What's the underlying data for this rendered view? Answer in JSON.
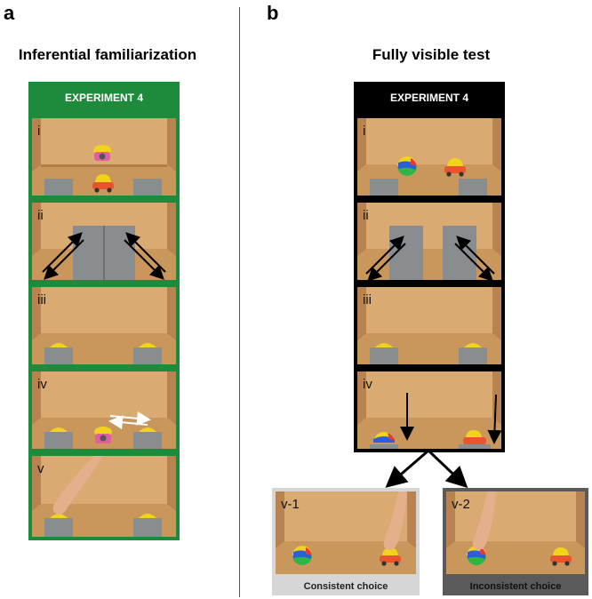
{
  "panels": {
    "a": {
      "letter": "a",
      "title": "Inferential familiarization",
      "experiment": "EXPERIMENT 4",
      "stages": [
        "i",
        "ii",
        "iii",
        "iv",
        "v"
      ]
    },
    "b": {
      "letter": "b",
      "title": "Fully visible test",
      "experiment": "EXPERIMENT 4",
      "stages": [
        "i",
        "ii",
        "iii",
        "iv"
      ]
    },
    "choices": {
      "consistent": {
        "stage": "v-1",
        "label": "Consistent choice"
      },
      "inconsistent": {
        "stage": "v-2",
        "label": "Inconsistent choice"
      }
    }
  },
  "colors": {
    "green": "#1e8a3c",
    "black": "#000000",
    "consistent_frame": "#d6d6d6",
    "inconsistent_frame": "#5a5a5a",
    "room_floor": "#c9965c",
    "room_wall": "#d9aa72",
    "screen": "#8a8d8f"
  },
  "icons": [
    "telephone-icon",
    "toy-car-icon",
    "beach-ball-icon",
    "hand-icon",
    "arrow-icon"
  ]
}
